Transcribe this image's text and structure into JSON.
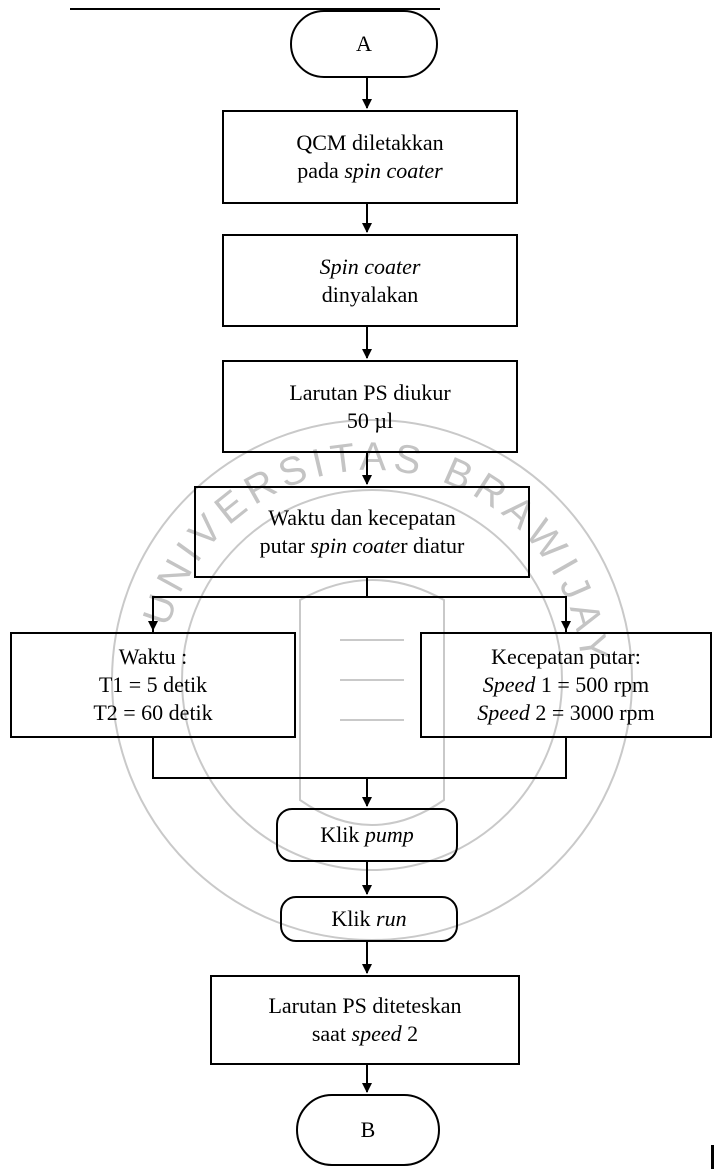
{
  "colors": {
    "line": "#000000",
    "watermark": "#bdbdbd"
  },
  "watermark": {
    "text": "UNIVERSITAS BRAWIJAYA",
    "description": "university seal watermark"
  },
  "flowchart": {
    "start": {
      "label": "A"
    },
    "steps": [
      {
        "parts": [
          "QCM diletakkan",
          "pada ",
          "spin coater"
        ]
      },
      {
        "parts": [
          "Spin coater",
          "dinyalakan"
        ]
      },
      {
        "parts": [
          "Larutan PS diukur",
          "50 µl"
        ]
      },
      {
        "parts": [
          "Waktu dan kecepatan",
          "putar ",
          "spin coate",
          "r diatur"
        ]
      }
    ],
    "branch_left": {
      "title": "Waktu :",
      "t1": "T1 = 5 detik",
      "t2": "T2 = 60 detik"
    },
    "branch_right": {
      "title": "Kecepatan  putar:",
      "speed1_term": "Speed",
      "speed1_rest": " 1 = 500 rpm",
      "speed2_term": "Speed",
      "speed2_rest": " 2 = 3000 rpm"
    },
    "click_pump": {
      "prefix": "Klik ",
      "term": "pump"
    },
    "click_run": {
      "prefix": "Klik ",
      "term": "run"
    },
    "drop_step": {
      "line1": "Larutan PS diteteskan",
      "prefix": "saat ",
      "term": "speed",
      "suffix": " 2"
    },
    "end": {
      "label": "B"
    }
  }
}
